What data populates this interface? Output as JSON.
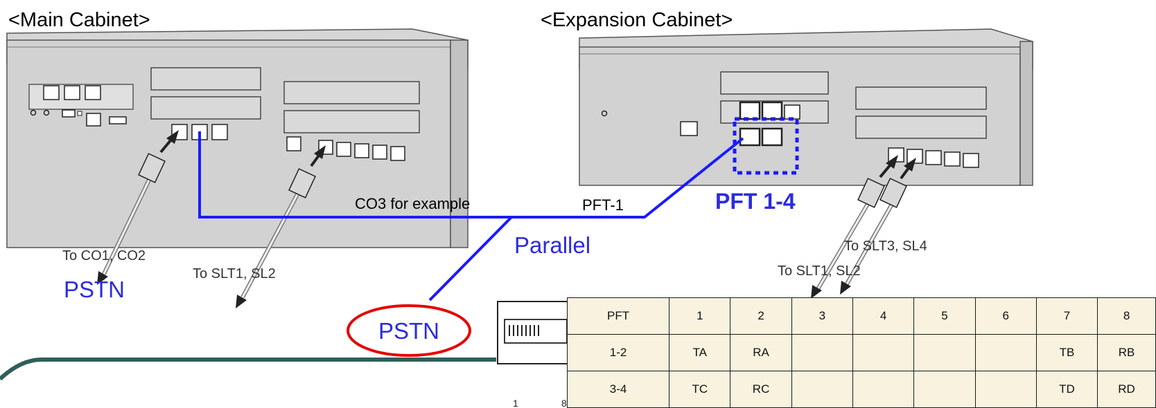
{
  "main_cabinet": {
    "title": "<Main Cabinet>",
    "co_label": "To CO1, CO2",
    "pstn_label": "PSTN",
    "slt_label": "To SLT1, SL2"
  },
  "expansion_cabinet": {
    "title": "<Expansion Cabinet>",
    "pft_label": "PFT 1-4",
    "slt34_label": "To SLT3, SL4",
    "slt12_label": "To SLT1, SL2"
  },
  "wiring": {
    "co3_label": "CO3 for example",
    "pft1_label": "PFT-1",
    "parallel_label": "Parallel",
    "pstn_bubble_label": "PSTN"
  },
  "connector": {
    "pin_first": "1",
    "pin_last": "8"
  },
  "pft_table": {
    "header": [
      "PFT",
      "1",
      "2",
      "3",
      "4",
      "5",
      "6",
      "7",
      "8"
    ],
    "rows": [
      [
        "1-2",
        "TA",
        "RA",
        "",
        "",
        "",
        "",
        "TB",
        "RB"
      ],
      [
        "3-4",
        "TC",
        "RC",
        "",
        "",
        "",
        "",
        "TD",
        "RD"
      ]
    ]
  },
  "colors": {
    "wire_blue": "#1a1aff",
    "label_blue": "#2b2bdf",
    "pstn_ring_red": "#e60000",
    "table_bg": "#f8f2df",
    "bottom_rule": "#2f5f5a"
  }
}
